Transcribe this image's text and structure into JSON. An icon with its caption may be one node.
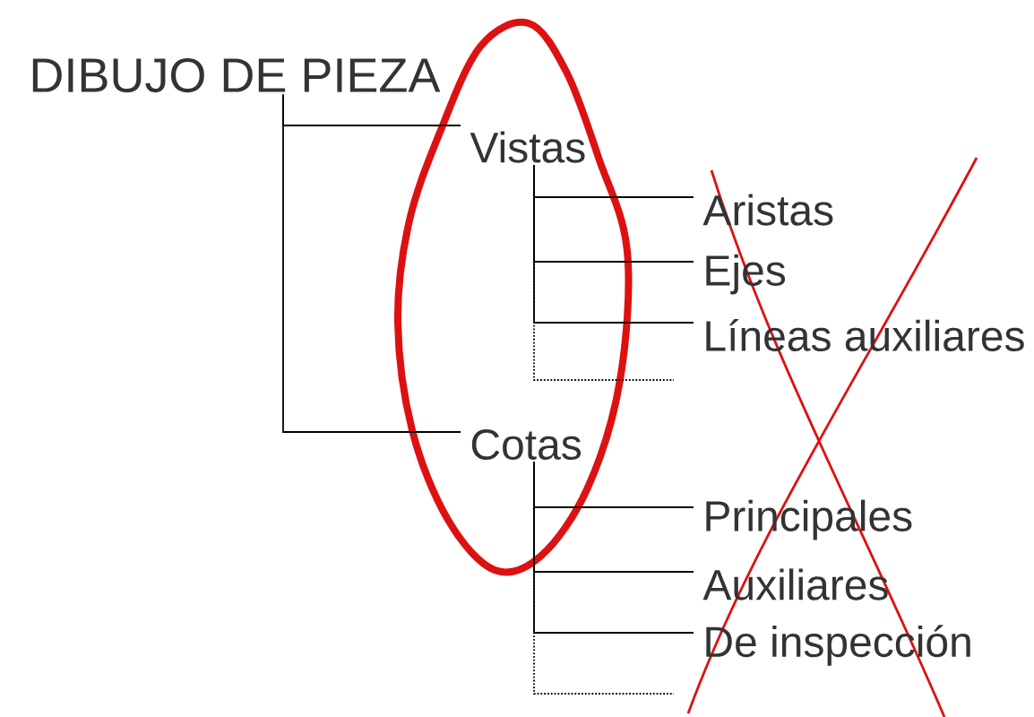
{
  "diagram": {
    "nodes": [
      {
        "text": [
          "DIBUJO DE PIEZA"
        ]
      },
      {
        "text": [
          "Vistas"
        ]
      },
      {
        "text": [
          "Aristas"
        ]
      },
      {
        "text": [
          "Ejes"
        ]
      },
      {
        "text": [
          "Líneas auxiliares"
        ]
      },
      {
        "text": [
          "Cotas"
        ]
      },
      {
        "text": [
          "Principales"
        ]
      },
      {
        "text": [
          "Auxiliares"
        ]
      },
      {
        "text": [
          "De inspección"
        ]
      }
    ],
    "edges": [
      {
        "from": 0,
        "to": 1,
        "arrow": "none"
      },
      {
        "from": 0,
        "to": 5,
        "arrow": "none"
      },
      {
        "from": 1,
        "to": 2,
        "arrow": "none"
      },
      {
        "from": 1,
        "to": 3,
        "arrow": "none"
      },
      {
        "from": 1,
        "to": 4,
        "arrow": "none"
      },
      {
        "from": 1,
        "to": null,
        "arrow": "none",
        "style": "dashed"
      },
      {
        "from": 5,
        "to": 6,
        "arrow": "none"
      },
      {
        "from": 5,
        "to": 7,
        "arrow": "none"
      },
      {
        "from": 5,
        "to": 8,
        "arrow": "none"
      },
      {
        "from": 5,
        "to": null,
        "arrow": "none",
        "style": "dashed"
      }
    ]
  }
}
